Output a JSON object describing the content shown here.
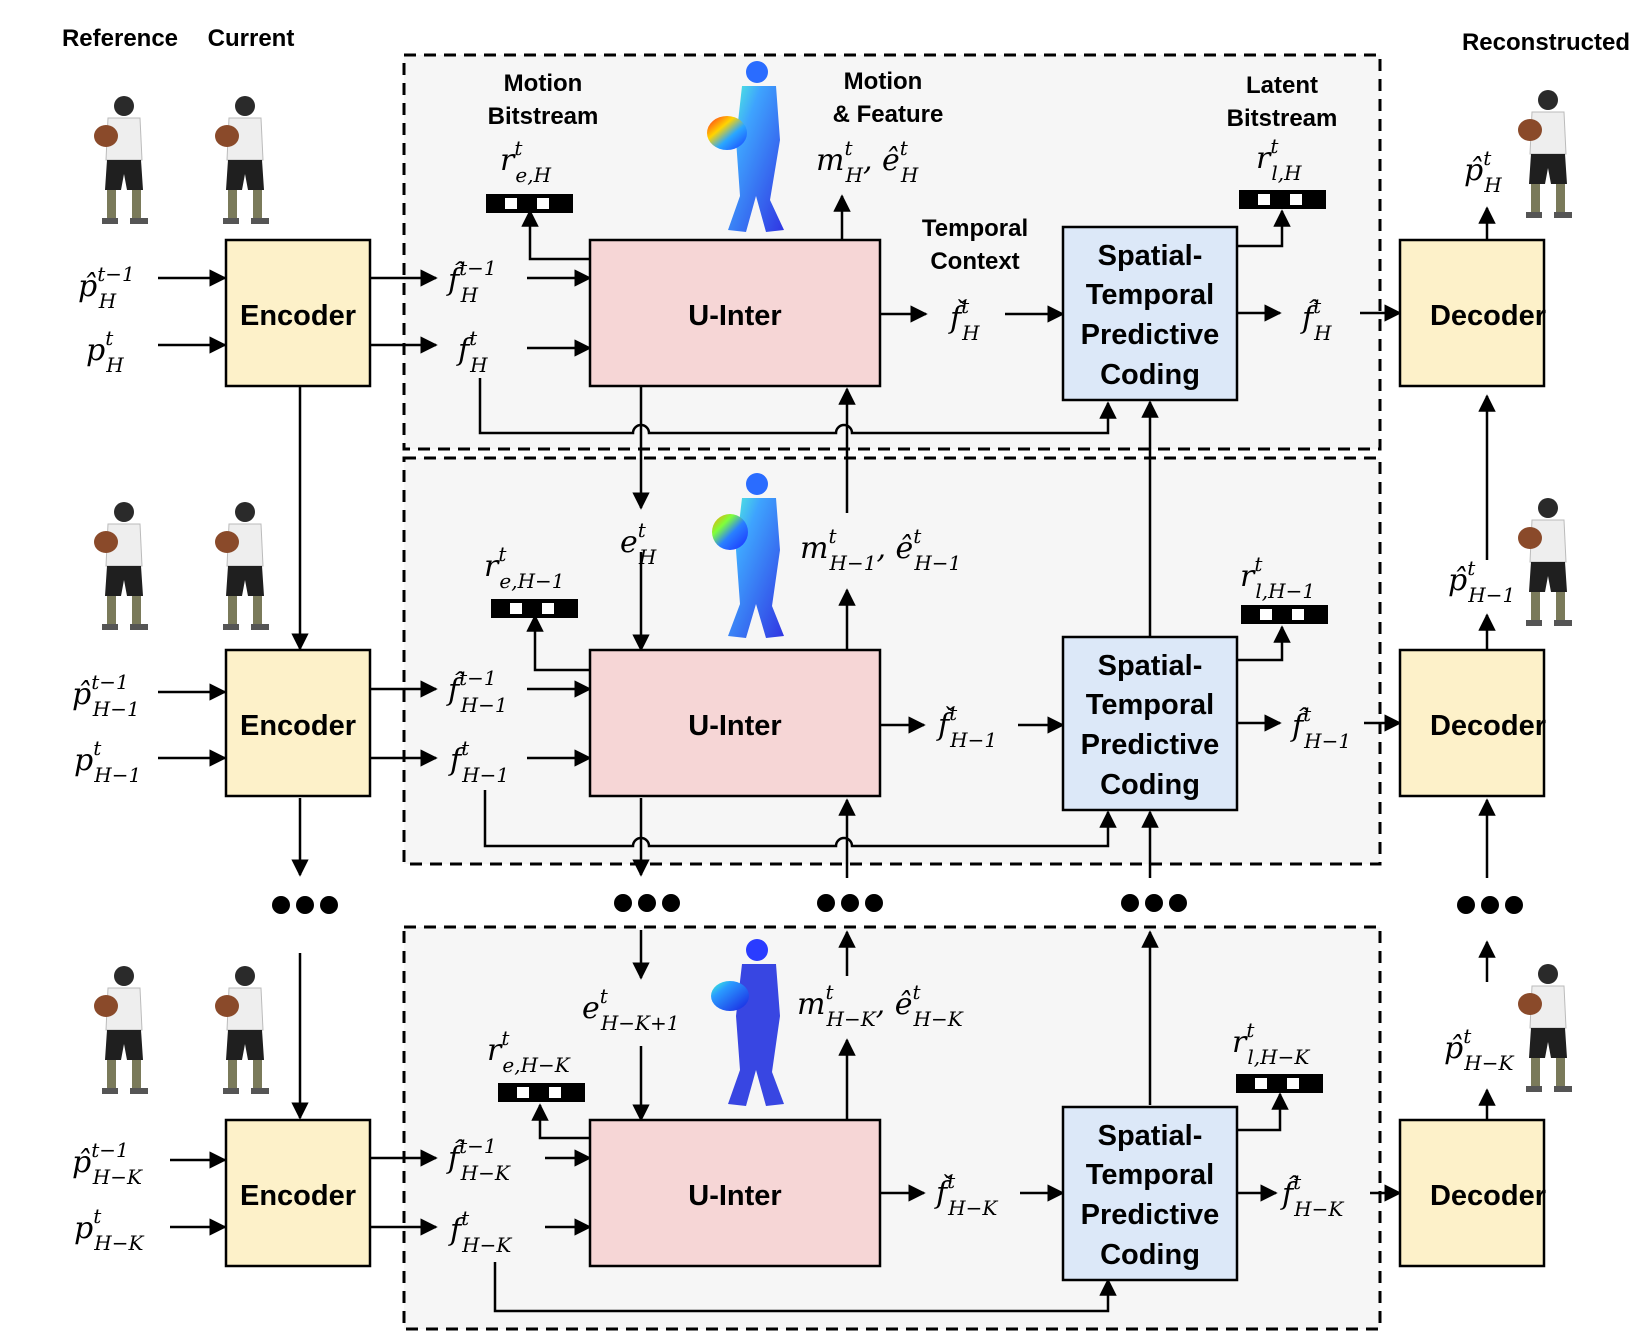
{
  "headers": {
    "reference": "Reference",
    "current": "Current",
    "reconstructed": "Reconstructed",
    "motion_bitstream": [
      "Motion",
      "Bitstream"
    ],
    "motion_feature": [
      "Motion",
      "& Feature"
    ],
    "latent_bitstream": [
      "Latent",
      "Bitstream"
    ],
    "temporal_context": [
      "Temporal",
      "Context"
    ]
  },
  "blocks": {
    "encoder": "Encoder",
    "uinter": "U-Inter",
    "stpc": [
      "Spatial-",
      "Temporal",
      "Predictive",
      "Coding"
    ],
    "decoder": "Decoder"
  },
  "colors": {
    "encoder": "#fdf1c9",
    "uinter": "#f6d6d6",
    "stpc": "#dce8f8",
    "decoder": "#fdf1c9",
    "stage_bg": "#f6f6f6"
  },
  "rows": [
    {
      "in_prev": {
        "base": "p̂",
        "sup": "t−1",
        "sub": "H"
      },
      "in_cur": {
        "base": "p",
        "sup": "t",
        "sub": "H"
      },
      "f_prev": {
        "base": "f̂",
        "sup": "t−1",
        "sub": "H"
      },
      "f_cur": {
        "base": "f",
        "sup": "t",
        "sub": "H"
      },
      "r_e": {
        "base": "r",
        "sup": "t",
        "sub": "e,H"
      },
      "m_out": {
        "text": "m",
        "sup": "t",
        "sub": "H",
        "rest": ", ê",
        "sup2": "t",
        "sub2": "H"
      },
      "f_ctx": {
        "base": "f̌",
        "sup": "t",
        "sub": "H"
      },
      "r_l": {
        "base": "r",
        "sup": "t",
        "sub": "l,H"
      },
      "f_rec": {
        "base": "f̂",
        "sup": "t",
        "sub": "H"
      },
      "p_rec": {
        "base": "p̂",
        "sup": "t",
        "sub": "H"
      }
    },
    {
      "e_in": {
        "base": "e",
        "sup": "t",
        "sub": "H"
      },
      "in_prev": {
        "base": "p̂",
        "sup": "t−1",
        "sub": "H−1"
      },
      "in_cur": {
        "base": "p",
        "sup": "t",
        "sub": "H−1"
      },
      "f_prev": {
        "base": "f̂",
        "sup": "t−1",
        "sub": "H−1"
      },
      "f_cur": {
        "base": "f",
        "sup": "t",
        "sub": "H−1"
      },
      "r_e": {
        "base": "r",
        "sup": "t",
        "sub": "e,H−1"
      },
      "m_out": {
        "text": "m",
        "sup": "t",
        "sub": "H−1",
        "rest": ", ê",
        "sup2": "t",
        "sub2": "H−1"
      },
      "f_ctx": {
        "base": "f̌",
        "sup": "t",
        "sub": "H−1"
      },
      "r_l": {
        "base": "r",
        "sup": "t",
        "sub": "l,H−1"
      },
      "f_rec": {
        "base": "f̂",
        "sup": "t",
        "sub": "H−1"
      },
      "p_rec": {
        "base": "p̂",
        "sup": "t",
        "sub": "H−1"
      }
    },
    {
      "e_in": {
        "base": "e",
        "sup": "t",
        "sub": "H−K+1"
      },
      "in_prev": {
        "base": "p̂",
        "sup": "t−1",
        "sub": "H−K"
      },
      "in_cur": {
        "base": "p",
        "sup": "t",
        "sub": "H−K"
      },
      "f_prev": {
        "base": "f̂",
        "sup": "t−1",
        "sub": "H−K"
      },
      "f_cur": {
        "base": "f",
        "sup": "t",
        "sub": "H−K"
      },
      "r_e": {
        "base": "r",
        "sup": "t",
        "sub": "e,H−K"
      },
      "m_out": {
        "text": "m",
        "sup": "t",
        "sub": "H−K",
        "rest": ", ê",
        "sup2": "t",
        "sub2": "H−K"
      },
      "f_ctx": {
        "base": "f̌",
        "sup": "t",
        "sub": "H−K"
      },
      "r_l": {
        "base": "r",
        "sup": "t",
        "sub": "l,H−K"
      },
      "f_rec": {
        "base": "f̂",
        "sup": "t",
        "sub": "H−K"
      },
      "p_rec": {
        "base": "p̂",
        "sup": "t",
        "sub": "H−K"
      }
    }
  ]
}
